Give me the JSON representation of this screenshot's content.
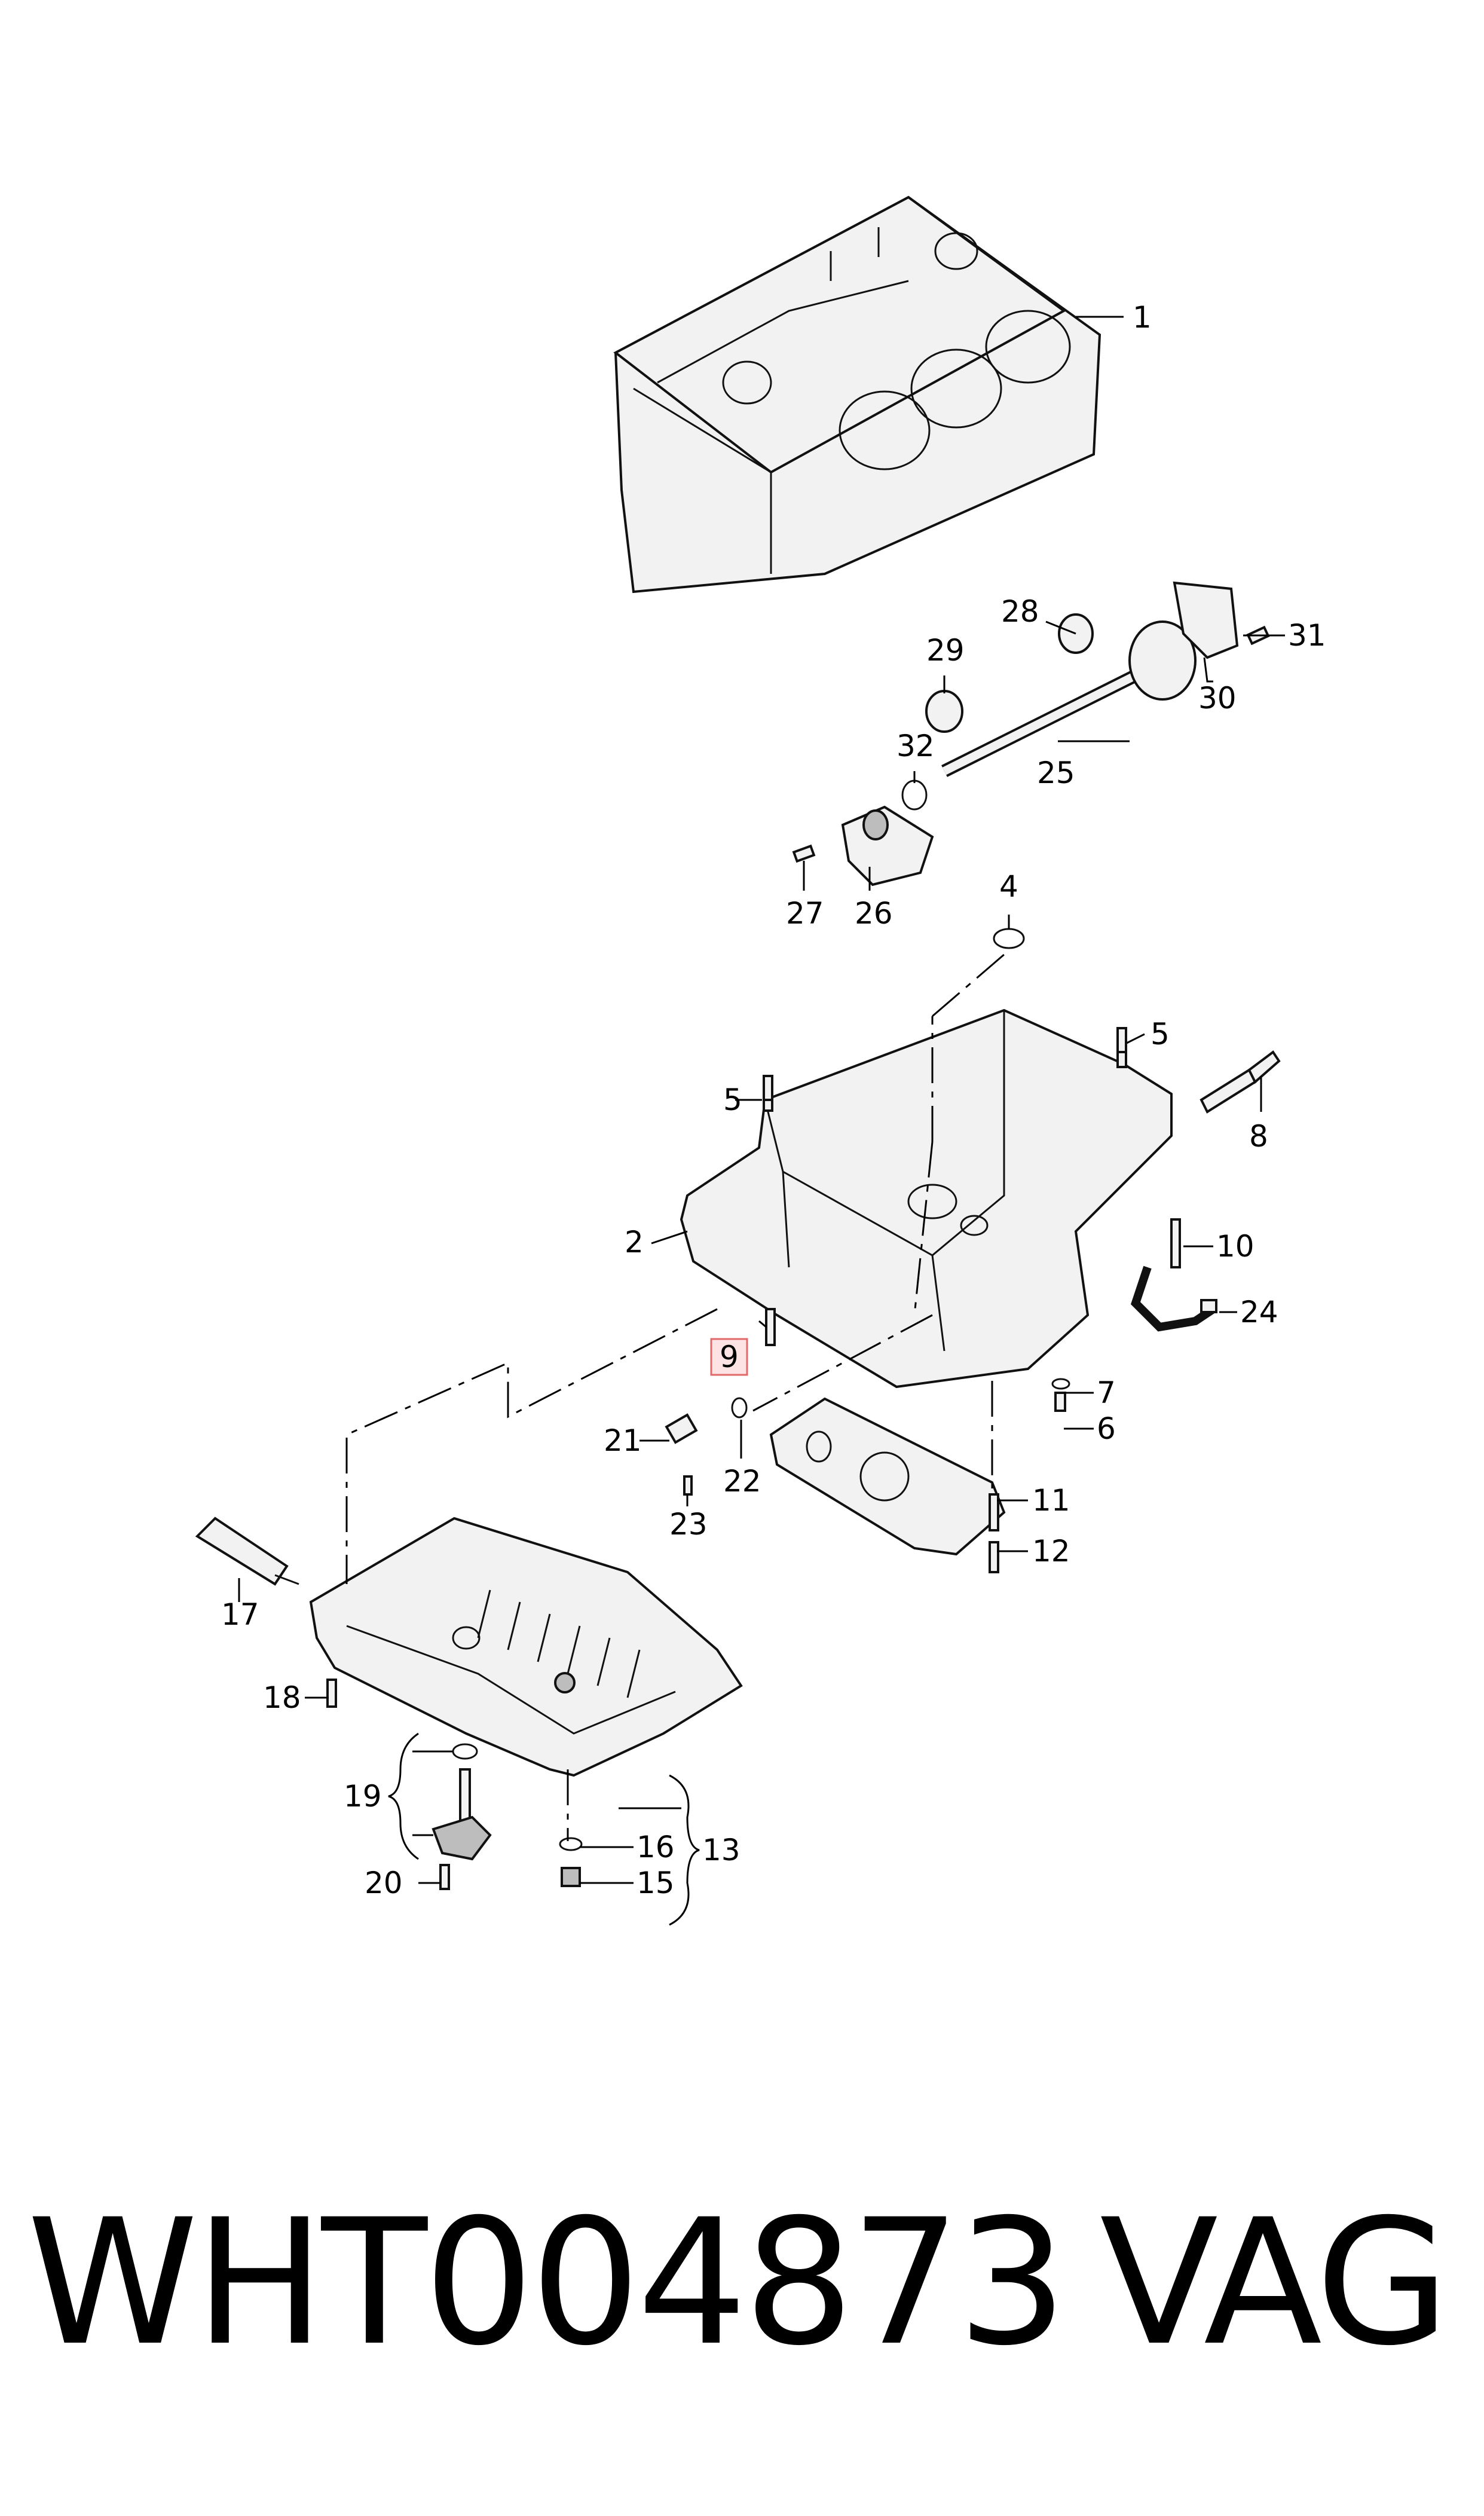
{
  "labels": {
    "p1": "1",
    "p2": "2",
    "p4": "4",
    "p5a": "5",
    "p5b": "5",
    "p6": "6",
    "p7": "7",
    "p8": "8",
    "p9": "9",
    "p10": "10",
    "p11": "11",
    "p12": "12",
    "p13": "13",
    "p15": "15",
    "p16": "16",
    "p17": "17",
    "p18": "18",
    "p19": "19",
    "p20": "20",
    "p21": "21",
    "p22": "22",
    "p23": "23",
    "p24": "24",
    "p25": "25",
    "p26": "26",
    "p27": "27",
    "p28": "28",
    "p29": "29",
    "p30": "30",
    "p31": "31",
    "p32": "32"
  },
  "highlighted_part": "9",
  "highlight_color": "#fde3e3",
  "footer": {
    "part_number": "WHT004873",
    "brand": "VAG"
  }
}
